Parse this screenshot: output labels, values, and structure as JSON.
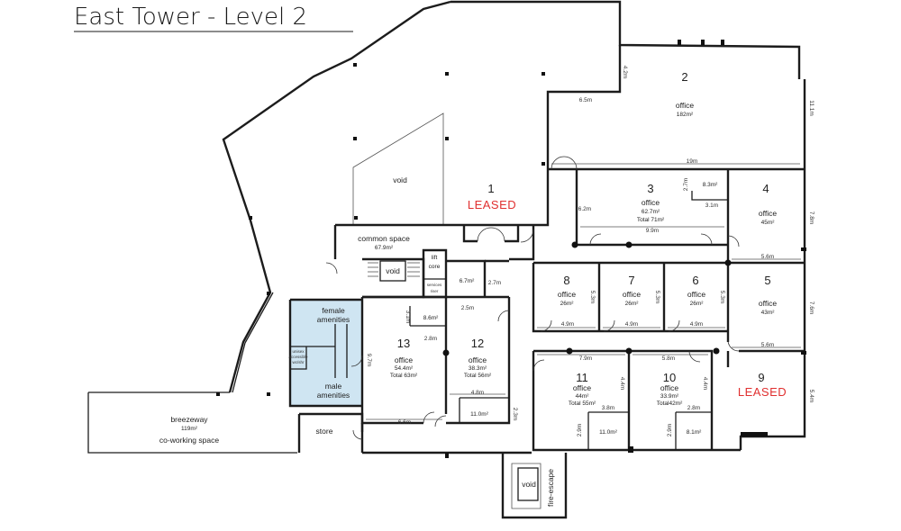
{
  "header": {
    "title": "East Tower - Level 2"
  },
  "colors": {
    "leased": "#e03030",
    "amenities": "#cfe5f2",
    "wall": "#1c1c1c"
  },
  "spaces": {
    "s1": {
      "num": "1",
      "status": "LEASED"
    },
    "s2": {
      "num": "2",
      "use": "office",
      "area": "182m²"
    },
    "s3": {
      "num": "3",
      "use": "office",
      "area": "62.7m²",
      "total": "Total 71m²"
    },
    "s4": {
      "num": "4",
      "use": "office",
      "area": "45m²"
    },
    "s5": {
      "num": "5",
      "use": "office",
      "area": "43m²"
    },
    "s6": {
      "num": "6",
      "use": "office",
      "area": "26m²"
    },
    "s7": {
      "num": "7",
      "use": "office",
      "area": "26m²"
    },
    "s8": {
      "num": "8",
      "use": "office",
      "area": "26m²"
    },
    "s9": {
      "num": "9",
      "status": "LEASED"
    },
    "s10": {
      "num": "10",
      "use": "office",
      "area": "33.9m²",
      "total": "Total42m²"
    },
    "s11": {
      "num": "11",
      "use": "office",
      "area": "44m²",
      "total": "Total 55m²"
    },
    "s12": {
      "num": "12",
      "use": "office",
      "area": "38.3m²",
      "total": "Total 56m²"
    },
    "s13": {
      "num": "13",
      "use": "office",
      "area": "54.4m²",
      "total": "Total 63m²"
    }
  },
  "common": {
    "void_top": "void",
    "void_core": "void",
    "void_fire": "void",
    "common_space": "common space",
    "common_area": "67.9m²",
    "lift_core_1": "lift",
    "lift_core_2": "core",
    "services_1": "services",
    "services_2": "riser",
    "female_1": "female",
    "female_2": "amenities",
    "male_1": "male",
    "male_2": "amenities",
    "accessible_1": "unisex",
    "accessible_2": "accessible",
    "accessible_3": "wc/shr",
    "store": "store",
    "breezeway": "breezeway",
    "breezeway_area": "119m²",
    "coworking": "co-working space",
    "fire_escape": "fire-escape"
  },
  "areas": {
    "a_8_3": "8.3m²",
    "a_6_7": "6.7m²",
    "a_8_6": "8.6m²",
    "a_11_0_a": "11.0m²",
    "a_11_0_b": "11.0m²",
    "a_8_1": "8.1m²"
  },
  "dims": {
    "d_4_2": "4.2m",
    "d_6_5": "6.5m",
    "d_11_1": "11.1m",
    "d_19": "19m",
    "d_2_7": "2.7m",
    "d_3_1": "3.1m",
    "d_6_2": "6.2m",
    "d_9_9": "9.9m",
    "d_7_8": "7.8m",
    "d_5_6a": "5.6m",
    "d_5_3a": "5.3m",
    "d_5_3b": "5.3m",
    "d_5_3c": "5.3m",
    "d_4_9a": "4.9m",
    "d_4_9b": "4.9m",
    "d_4_9c": "4.9m",
    "d_7_6": "7.6m",
    "d_5_6b": "5.6m",
    "d_7_9": "7.9m",
    "d_5_8": "5.8m",
    "d_4_4a": "4.4m",
    "d_4_4b": "4.4m",
    "d_3_8": "3.8m",
    "d_2_8": "2.8m",
    "d_2_9a": "2.9m",
    "d_2_9b": "2.9m",
    "d_5_4": "5.4m",
    "d_2_7b": "2.7m",
    "d_2_5": "2.5m",
    "d_3_1b": "3.1m",
    "d_2_8b": "2.8m",
    "d_4_8": "4.8m",
    "d_2_3": "2.3m",
    "d_9_7": "9.7m",
    "d_6_6": "6.6m"
  }
}
